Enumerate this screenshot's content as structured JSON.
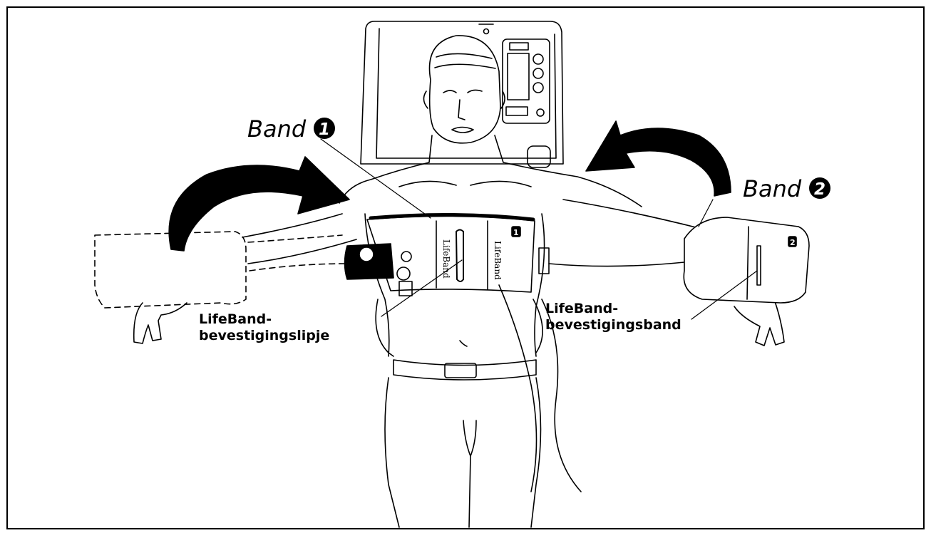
{
  "labels": {
    "band1": "Band ",
    "band1_number": "1",
    "band2": "Band ",
    "band2_number": "2",
    "tab_line1": "LifeBand-",
    "tab_line2": "bevestigingslipje",
    "strap_line1": "LifeBand-",
    "strap_line2": "bevestigingsband"
  },
  "device_text": {
    "band_brand_1": "LifeBand",
    "band_brand_2": "LifeBand",
    "band_marker_1": "1",
    "band_marker_2": "2"
  },
  "colors": {
    "line": "#000000",
    "background": "#ffffff"
  },
  "icons": [
    "curved-arrow-left",
    "curved-arrow-right",
    "circled-number-1",
    "circled-number-2"
  ]
}
